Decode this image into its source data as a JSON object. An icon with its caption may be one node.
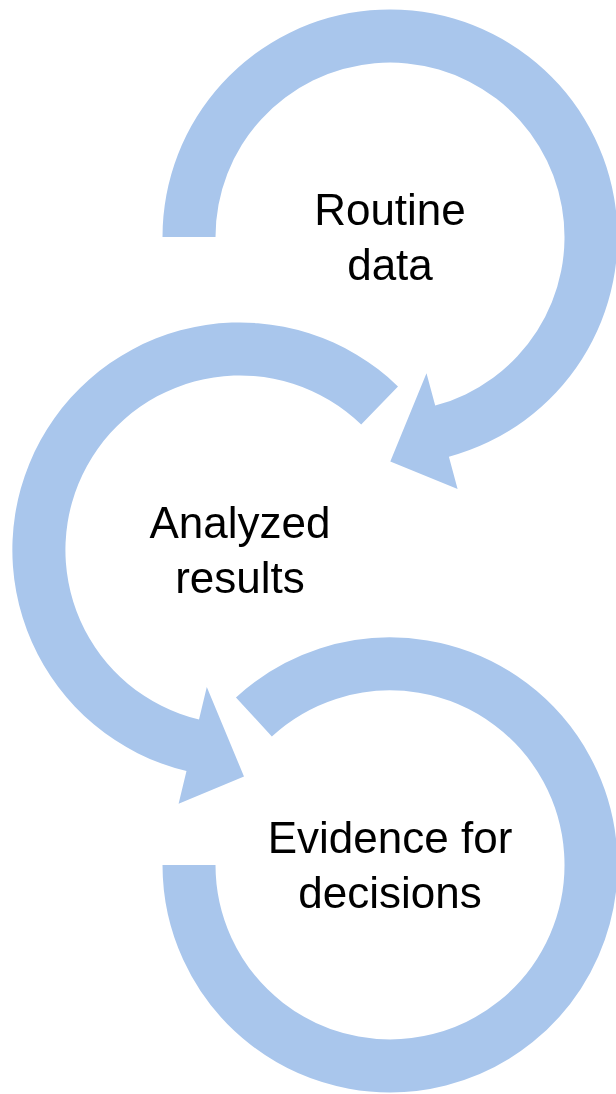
{
  "diagram": {
    "nodes": [
      {
        "text": [
          "Routine data"
        ]
      },
      {
        "text": [
          "Analyzed results"
        ]
      },
      {
        "text": [
          "Evidence for decisions"
        ]
      }
    ],
    "edges": [
      {
        "from": 0,
        "to": 1,
        "arrow": "to"
      },
      {
        "from": 1,
        "to": 2,
        "arrow": "to"
      }
    ]
  }
}
